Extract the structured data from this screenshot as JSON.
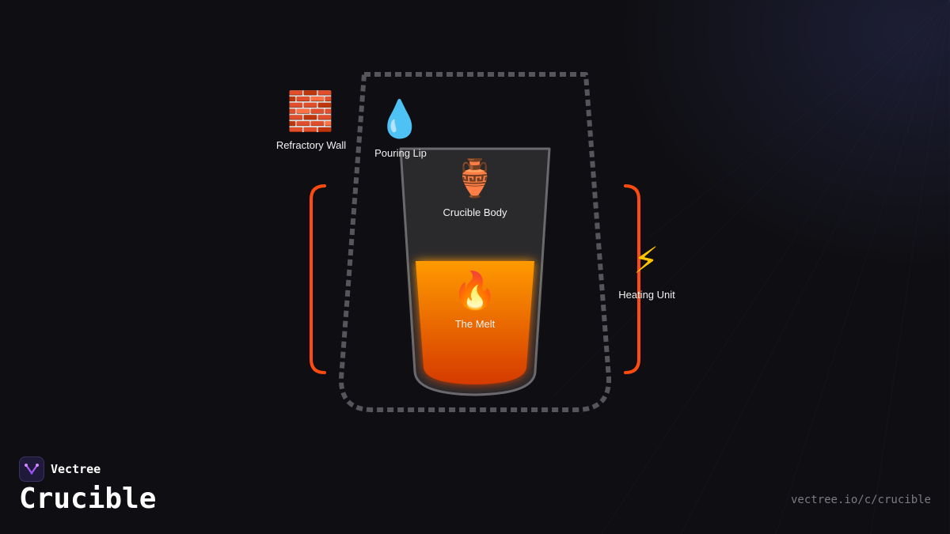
{
  "brand": {
    "name": "Vectree",
    "title": "Crucible",
    "url": "vectree.io/c/crucible"
  },
  "components": {
    "refractory_wall": {
      "label": "Refractory Wall",
      "icon": "brick-icon",
      "glyph": "🧱"
    },
    "pouring_lip": {
      "label": "Pouring Lip",
      "icon": "droplet-icon",
      "glyph": "💧"
    },
    "crucible_body": {
      "label": "Crucible Body",
      "icon": "amphora-icon",
      "glyph": "🏺"
    },
    "the_melt": {
      "label": "The Melt",
      "icon": "fire-icon",
      "glyph": "🔥"
    },
    "heating_unit": {
      "label": "Heating Unit",
      "icon": "lightning-icon",
      "glyph": "⚡"
    }
  },
  "colors": {
    "background": "#0f0f13",
    "accent": "#ff4a10",
    "melt_top": "#ff9a00",
    "melt_bottom": "#d53a00",
    "wall_dash": "#55555b",
    "body_fill": "#2a2a2d",
    "body_stroke": "#6a6a6e"
  }
}
